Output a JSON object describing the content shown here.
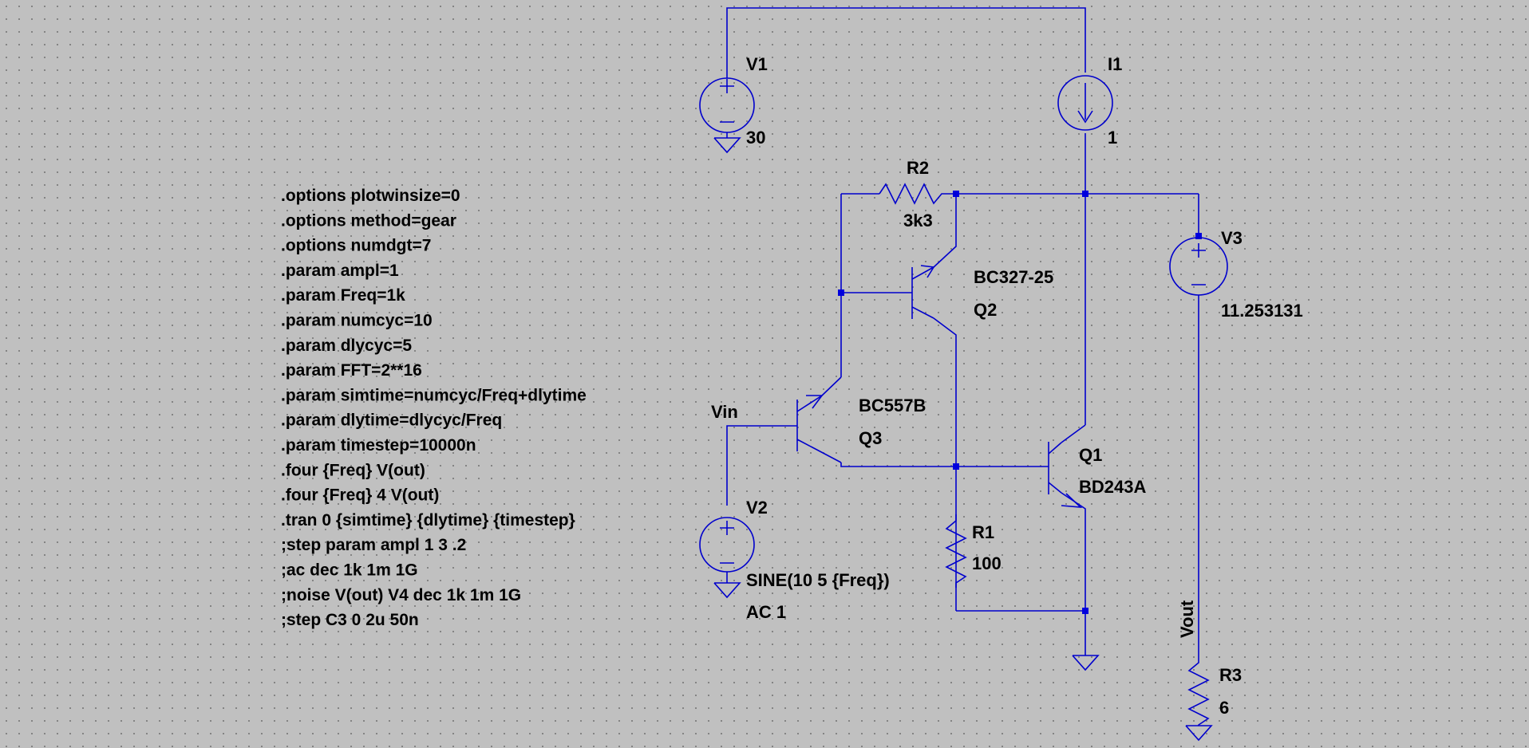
{
  "directives": [
    ".options plotwinsize=0",
    ".options method=gear",
    ".options numdgt=7",
    ".param ampl=1",
    ".param Freq=1k",
    ".param numcyc=10",
    ".param dlycyc=5",
    ".param FFT=2**16",
    ".param simtime=numcyc/Freq+dlytime",
    ".param dlytime=dlycyc/Freq",
    ".param timestep=10000n",
    ".four {Freq} V(out)",
    ".four {Freq} 4 V(out)",
    ".tran 0 {simtime} {dlytime} {timestep}",
    ";step param ampl 1 3 .2",
    ";ac dec 1k 1m 1G",
    ";noise V(out) V4  dec 1k 1m 1G",
    ";step C3 0 2u 50n"
  ],
  "components": {
    "V1": {
      "name": "V1",
      "value": "30"
    },
    "I1": {
      "name": "I1",
      "value": "1"
    },
    "R2": {
      "name": "R2",
      "value": "3k3"
    },
    "V3": {
      "name": "V3",
      "value": "11.253131"
    },
    "Q2": {
      "name": "Q2",
      "model": "BC327-25"
    },
    "Q3": {
      "name": "Q3",
      "model": "BC557B"
    },
    "Q1": {
      "name": "Q1",
      "model": "BD243A"
    },
    "V2": {
      "name": "V2",
      "value": "SINE(10 5 {Freq})",
      "ac": "AC 1"
    },
    "R1": {
      "name": "R1",
      "value": "100"
    },
    "R3": {
      "name": "R3",
      "value": "6"
    }
  },
  "net_labels": {
    "vin": "Vin",
    "vout": "Vout"
  },
  "colors": {
    "background": "#c0c0c0",
    "wire": "#0000cc",
    "text": "#000000"
  }
}
